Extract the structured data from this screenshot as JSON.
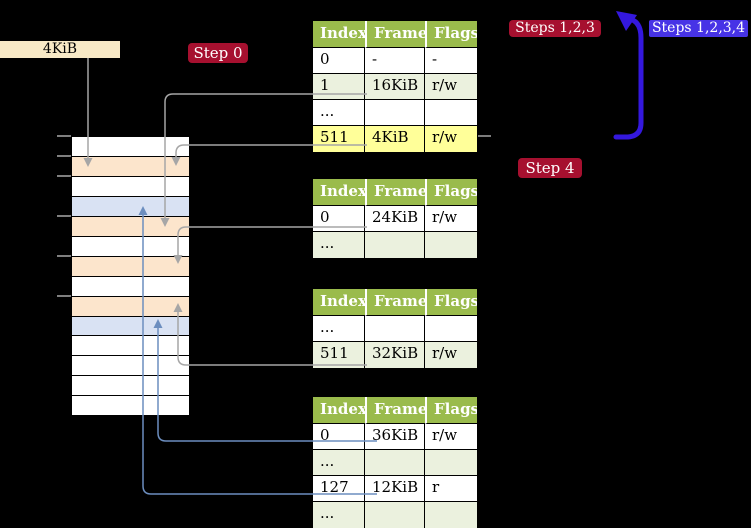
{
  "colors": {
    "background": "#000000",
    "table_header_green": "#9ABB4C",
    "table_row_green": "#EBF1DE",
    "highlight_yellow": "#FFFF99",
    "memory_peach": "#FCE5CC",
    "memory_blue": "#D9E2F3",
    "label_cream": "#F8E9C6",
    "badge_red": "#A6102F",
    "badge_blue": "#4733E6",
    "thick_arrow_blue": "#3418DE",
    "connector_gray": "#A6A6A6",
    "connector_steel_blue": "#6C8EBF",
    "tick_gray": "#7F7F7F"
  },
  "frame_label": "4KiB",
  "badges": {
    "step0": "Step 0",
    "step4": "Step 4",
    "steps123": "Steps 1,2,3",
    "steps1234": "Steps 1,2,3,4"
  },
  "memory_column": {
    "rows": [
      "white",
      "peach",
      "white",
      "blue",
      "peach",
      "white",
      "peach",
      "white",
      "peach",
      "blue",
      "white",
      "white",
      "white",
      "white"
    ]
  },
  "page_tables": [
    {
      "header": [
        "Index",
        "Frame",
        "Flags"
      ],
      "rows": [
        {
          "bg": "white",
          "cells": [
            "0",
            "-",
            "-"
          ]
        },
        {
          "bg": "green",
          "cells": [
            "1",
            "16KiB",
            "r/w"
          ]
        },
        {
          "bg": "white",
          "cells": [
            "...",
            "",
            ""
          ]
        },
        {
          "bg": "yellow",
          "cells": [
            "511",
            "4KiB",
            "r/w"
          ]
        }
      ]
    },
    {
      "header": [
        "Index",
        "Frame",
        "Flags"
      ],
      "rows": [
        {
          "bg": "white",
          "cells": [
            "0",
            "24KiB",
            "r/w"
          ]
        },
        {
          "bg": "green",
          "cells": [
            "...",
            "",
            ""
          ]
        }
      ]
    },
    {
      "header": [
        "Index",
        "Frame",
        "Flags"
      ],
      "rows": [
        {
          "bg": "white",
          "cells": [
            "...",
            "",
            ""
          ]
        },
        {
          "bg": "green",
          "cells": [
            "511",
            "32KiB",
            "r/w"
          ]
        }
      ]
    },
    {
      "header": [
        "Index",
        "Frame",
        "Flags"
      ],
      "rows": [
        {
          "bg": "white",
          "cells": [
            "0",
            "36KiB",
            "r/w"
          ]
        },
        {
          "bg": "green",
          "cells": [
            "...",
            "",
            ""
          ]
        },
        {
          "bg": "white",
          "cells": [
            "127",
            "12KiB",
            "r"
          ]
        },
        {
          "bg": "green",
          "cells": [
            "...",
            "",
            ""
          ]
        }
      ]
    }
  ]
}
